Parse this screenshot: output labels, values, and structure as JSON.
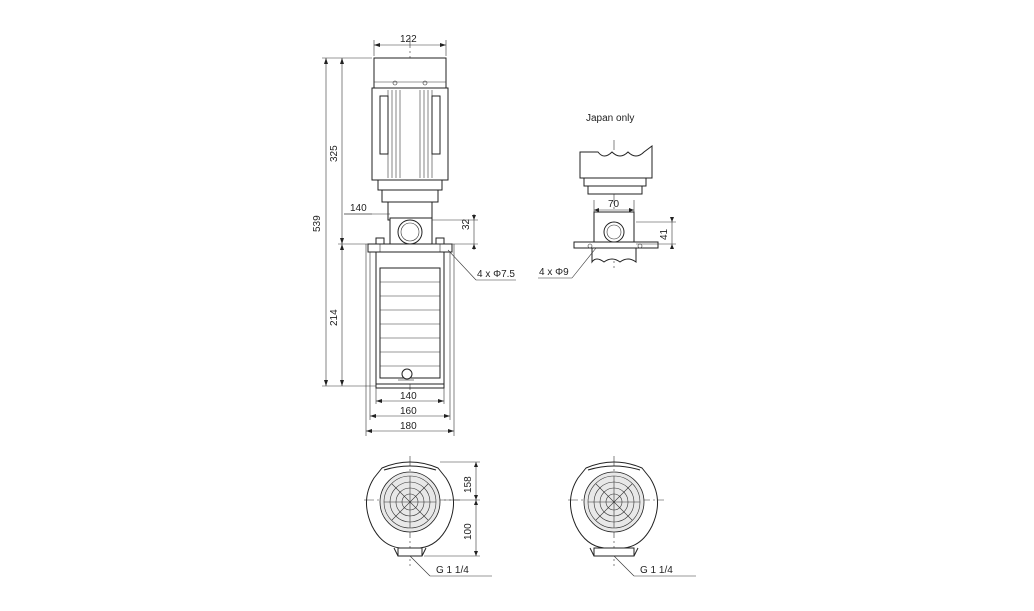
{
  "labels": {
    "japan_only": "Japan only",
    "bolt_holes_main": "4 x Φ7.5",
    "bolt_holes_japan": "4 x Φ9",
    "connection_left": "G 1 1/4",
    "connection_right": "G 1 1/4"
  },
  "dimensions": {
    "motor_width": "122",
    "total_height": "539",
    "motor_height": "325",
    "pump_height": "214",
    "inlet_width_top": "140",
    "inlet_offset": "32",
    "base_width_inner": "140",
    "base_width_mid": "160",
    "base_width_outer": "180",
    "japan_width": "70",
    "japan_height": "41",
    "top_view_depth": "158",
    "top_view_offset": "100"
  }
}
